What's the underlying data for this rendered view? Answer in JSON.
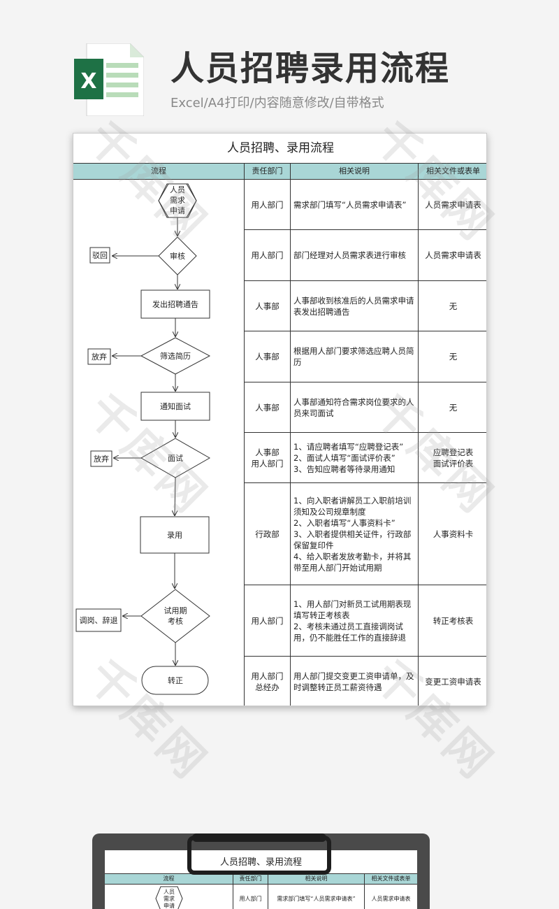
{
  "header": {
    "title": "人员招聘录用流程",
    "subtitle": "Excel/A4打印/内容随意修改/自带格式",
    "icon_letter": "X"
  },
  "sheet": {
    "title": "人员招聘、录用流程",
    "columns": [
      "流程",
      "责任部门",
      "相关说明",
      "相关文件或表单"
    ],
    "rows": [
      {
        "dept": "用人部门",
        "desc": "需求部门填写“人员需求申请表”",
        "doc": "人员需求申请表"
      },
      {
        "dept": "用人部门",
        "desc": "部门经理对人员需求表进行审核",
        "doc": "人员需求申请表"
      },
      {
        "dept": "人事部",
        "desc": "人事部收到核准后的人员需求申请表发出招聘通告",
        "doc": "无"
      },
      {
        "dept": "人事部",
        "desc": "根据用人部门要求筛选应聘人员简历",
        "doc": "无"
      },
      {
        "dept": "人事部",
        "desc": "人事部通知符合需求岗位要求的人员来司面试",
        "doc": "无"
      },
      {
        "dept": "人事部\n用人部门",
        "desc": "1、请应聘者填写“应聘登记表”\n2、面试人填写“面试评价表”\n3、告知应聘者等待录用通知",
        "doc": "应聘登记表\n面试评价表"
      },
      {
        "dept": "行政部",
        "desc": "1、向入职者讲解员工入职前培训须知及公司规章制度\n2、入职者填写“人事资料卡”\n3、入职者提供相关证件，行政部保留复印件\n4、给入职者发放考勤卡，并将其带至用人部门开始试用期",
        "doc": "人事资料卡"
      },
      {
        "dept": "用人部门",
        "desc": "1、用人部门对新员工试用期表现填写转正考核表\n2、考核未通过员工直接调岗试用，仍不能胜任工作的直接辞退",
        "doc": "转正考核表"
      },
      {
        "dept": "用人部门\n总经办",
        "desc": "用人部门提交变更工资申请单，及时调整转正员工薪资待遇",
        "doc": "变更工资申请表"
      }
    ],
    "flow": {
      "start": "人员\n需求\n申请",
      "review": "审核",
      "reject": "驳回",
      "notice": "发出招聘通告",
      "screen": "筛选简历",
      "giveup1": "放弃",
      "notify": "通知面试",
      "interview": "面试",
      "giveup2": "放弃",
      "hire": "录用",
      "probation": "试用期\n考核",
      "transfer": "调岗、辞退",
      "regular": "转正"
    }
  },
  "preview": {
    "title": "人员招聘、录用流程",
    "columns": [
      "流程",
      "责任部门",
      "相关说明",
      "相关文件或表单"
    ],
    "start": "人员\n需求\n申请",
    "dept": "用人部门",
    "desc": "需求部门填写“人员需求申请表”",
    "doc": "人员需求申请表"
  },
  "watermark": "千库网",
  "colors": {
    "header_fill": "#a9d6d6",
    "excel_green": "#1e7145"
  }
}
